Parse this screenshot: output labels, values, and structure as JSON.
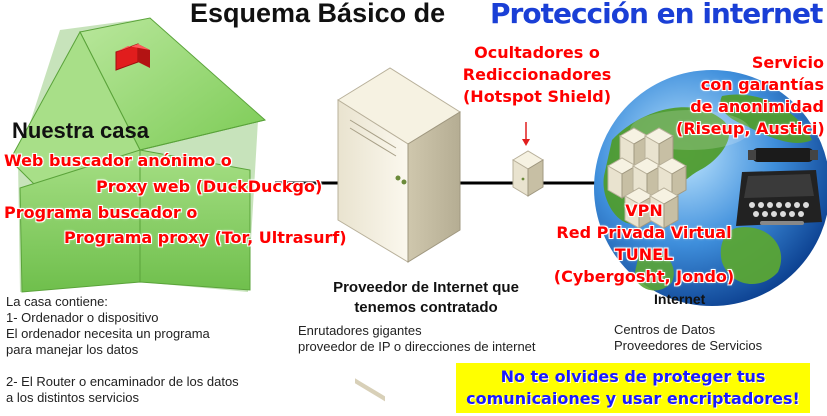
{
  "title": {
    "prefix": "Esquema Básico de",
    "highlight": "Protección en internet"
  },
  "house": {
    "label": "Nuestra casa",
    "software": [
      "Web buscador anónimo o",
      "Proxy web (DuckDuckgo)",
      "Programa buscador o",
      "Programa proxy (Tor, Ultrasurf)"
    ],
    "description": [
      "La casa contiene:",
      "1- Ordenador o dispositivo",
      "El ordenador necesita un programa",
      "para manejar los datos",
      "",
      "2- El Router o encaminador de los datos",
      "a los distintos servicios"
    ]
  },
  "provider": {
    "title": [
      "Proveedor de Internet que",
      "tenemos contratado"
    ],
    "description": [
      "Enrutadores gigantes",
      "proveedor de IP o direcciones de internet"
    ]
  },
  "hider": {
    "label": [
      "Ocultadores o",
      "Rediccionadores",
      "(Hotspot Shield)"
    ]
  },
  "vpn": {
    "label": [
      "VPN",
      "Red Privada Virtual",
      "TUNEL",
      "(Cybergosht, Jondo)"
    ]
  },
  "internet": {
    "label": "Internet",
    "description": [
      "Centros de Datos",
      "Proveedores de Servicios"
    ]
  },
  "service": {
    "label": [
      "Servicio",
      "con garantías",
      "de anonimidad",
      "(Riseup, Austici)"
    ]
  },
  "warning": {
    "text": [
      "No te olvides de proteger tus",
      "comunicaiones y usar encriptadores!"
    ]
  },
  "colors": {
    "title_blue": "#1a3fd6",
    "red_text": "#ff0000",
    "house_green": "#8fd36a",
    "warning_bg": "#ffff00",
    "warning_text": "#1a1aff"
  },
  "icons": [
    "house-icon",
    "server-icon",
    "proxy-box-icon",
    "globe-icon",
    "data-center-icon",
    "typewriter-icon"
  ]
}
